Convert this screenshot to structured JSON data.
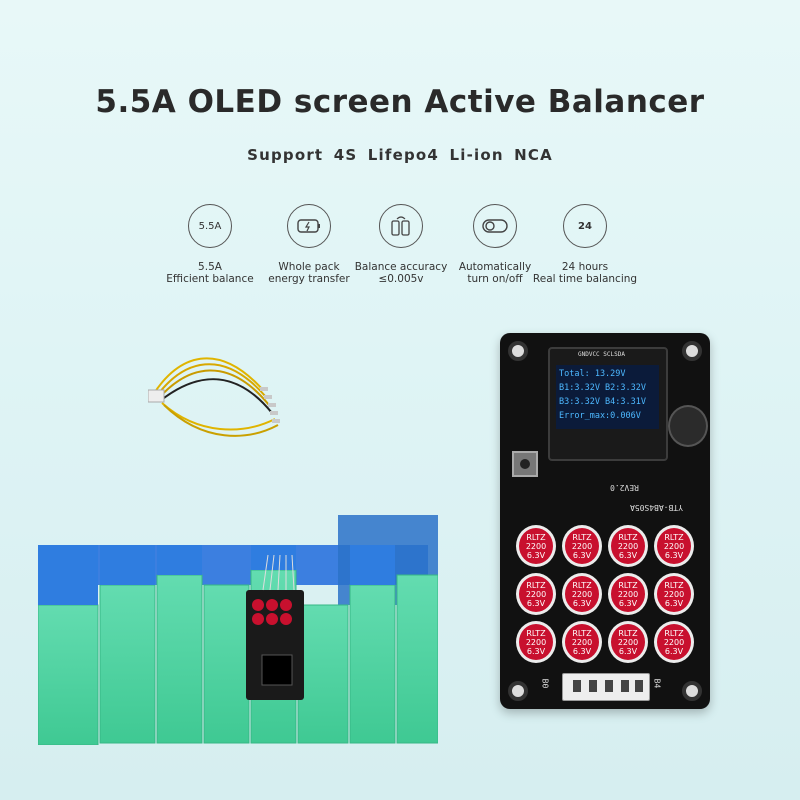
{
  "title": "5.5A OLED screen Active Balancer",
  "subtitle": "Support 4S Lifepo4  Li-ion  NCA",
  "features": [
    {
      "icon": "current-5.5a-icon",
      "icon_text": "5.5A",
      "caption": "5.5A\nEfficient balance"
    },
    {
      "icon": "energy-transfer-icon",
      "icon_text": "",
      "caption": "Whole pack\nenergy transfer"
    },
    {
      "icon": "battery-accuracy-icon",
      "icon_text": "",
      "caption": "Balance accuracy\n≤0.005v"
    },
    {
      "icon": "toggle-switch-icon",
      "icon_text": "",
      "caption": "Automatically\nturn on/off"
    },
    {
      "icon": "clock-24h-icon",
      "icon_text": "24",
      "caption": "24 hours\nReal time balancing"
    }
  ],
  "board": {
    "oled_header": "GNDVCC SCLSDA",
    "screen_lines": [
      "Total: 13.29V",
      "B1:3.32V  B2:3.32V",
      "B3:3.32V  B4:3.31V",
      "Error_max:0.006V"
    ],
    "model": "YTB-AB4S05A",
    "revision": "REV2.0",
    "left_terminal": "B0",
    "right_terminal": "B4",
    "capacitor_brand": "RLTZ",
    "capacitor_value": "2200",
    "capacitor_voltage": "6.3V"
  },
  "colors": {
    "background": "#e2f6f6",
    "battery_green": "#4cd5a0",
    "battery_blue": "#2f7de0",
    "capacitor_red": "#c8102e",
    "screen_text": "#4db8ff"
  }
}
